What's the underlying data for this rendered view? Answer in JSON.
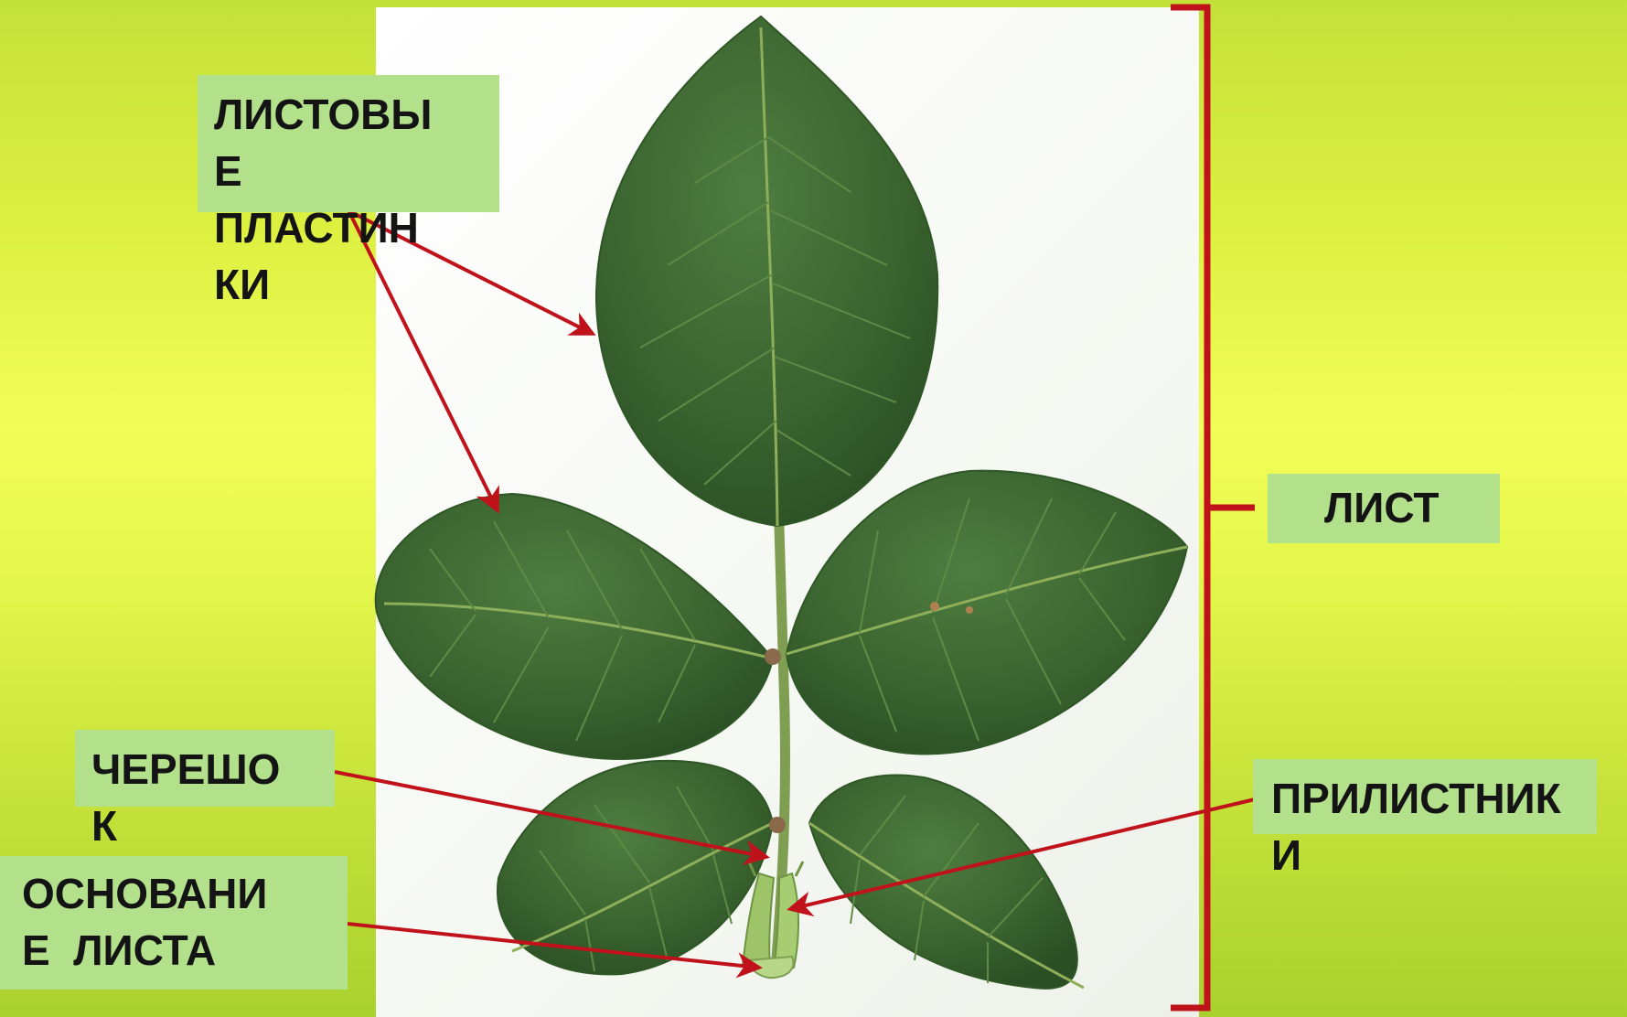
{
  "labels": {
    "leaf_blades": [
      "ЛИСТОВЫ",
      "Е",
      "ПЛАСТИН",
      "КИ"
    ],
    "leaf": [
      "ЛИСТ"
    ],
    "petiole": [
      "ЧЕРЕШО",
      "К"
    ],
    "leaf_base": [
      "ОСНОВАНИ",
      "Е  ЛИСТА"
    ],
    "stipules": [
      "ПРИЛИСТНИК",
      "И"
    ]
  },
  "colors": {
    "arrow": "#c0121a",
    "bracket": "#c0121a",
    "label_bg": "#b3e08a",
    "leaf": "#3f6b33",
    "vein": "#8fae5a"
  }
}
